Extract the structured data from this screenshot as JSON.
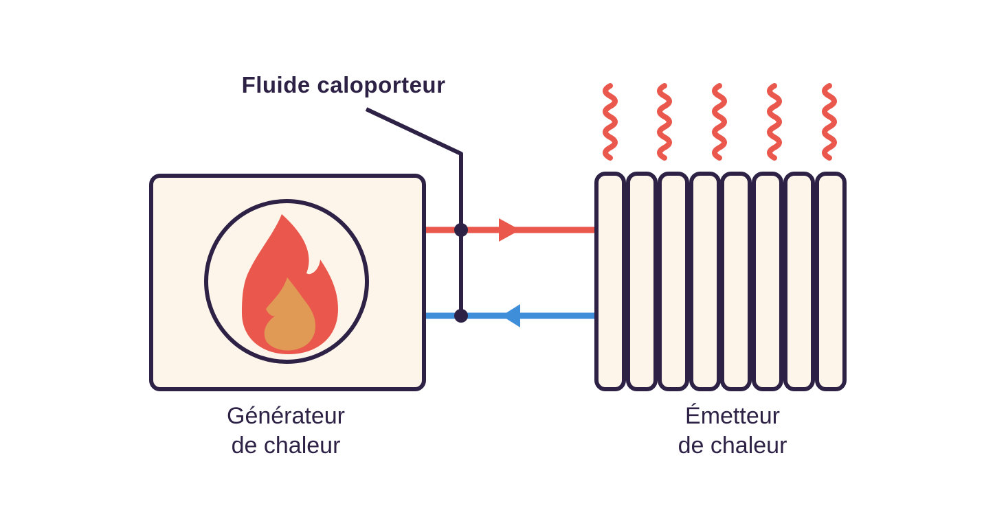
{
  "diagram": {
    "title": "Fluide caloporteur",
    "generator_label": {
      "line1": "Générateur",
      "line2": "de chaleur"
    },
    "emitter_label": {
      "line1": "Émetteur",
      "line2": "de chaleur"
    },
    "radiator_fin_count": 8,
    "heat_wave_count": 5,
    "flow_direction": {
      "supply": "generator-to-emitter",
      "return": "emitter-to-generator"
    },
    "colors": {
      "outline_dark": "#2d2245",
      "hot_red": "#ea574d",
      "cold_blue": "#3f8ed9",
      "panel_cream": "#fdf5e9",
      "flame_orange": "#e09a55",
      "background": "#ffffff"
    },
    "icons": {
      "flame": "flame-icon",
      "radiator": "radiator-icon",
      "heat_wave": "heat-wave-icon",
      "supply_arrow": "arrow-right-icon",
      "return_arrow": "arrow-left-icon"
    }
  }
}
